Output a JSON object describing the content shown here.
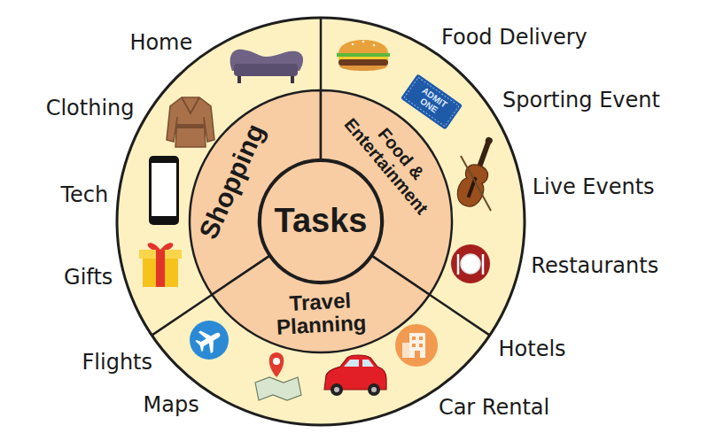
{
  "diagram": {
    "nodes": [
      {
        "text": [
          "Tasks"
        ]
      },
      {
        "text": [
          "Shopping"
        ]
      },
      {
        "text": [
          "Food & Entertainment"
        ]
      },
      {
        "text": [
          "Travel Planning"
        ]
      }
    ],
    "labels": [
      "Home",
      "Clothing",
      "Tech",
      "Gifts",
      "Food Delivery",
      "Sporting Event",
      "Live Events",
      "Restaurants",
      "Hotels",
      "Car Rental",
      "Flights",
      "Maps",
      "ADMIT ONE"
    ]
  }
}
